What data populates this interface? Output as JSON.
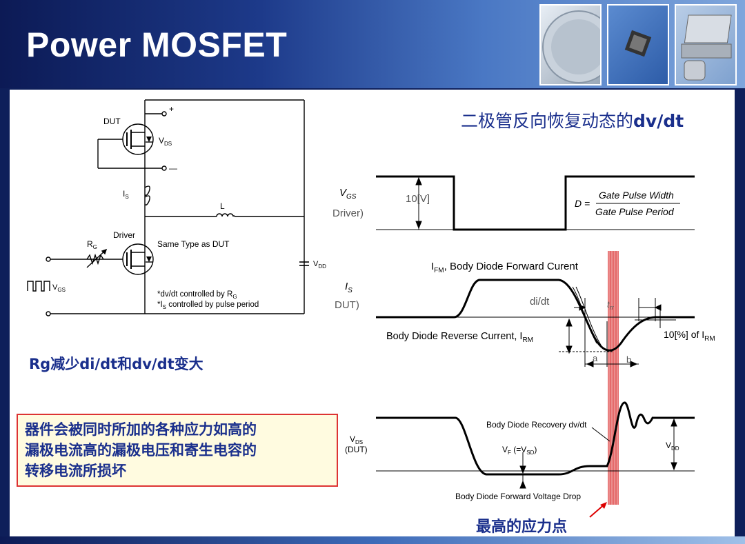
{
  "slide": {
    "title": "Power MOSFET",
    "heading_cn_prefix": "二极管反向恢复动态的",
    "heading_cn_suffix": "dv/dt",
    "rg_note": "Rg减少di/dt和dv/dt变大",
    "stress_lines": [
      "器件会被同时所加的各种应力如高的",
      "漏极电流高的漏极电压和寄生电容的",
      "转移电流所损坏"
    ],
    "max_stress_label": "最高的应力点"
  },
  "circuit": {
    "dut": "DUT",
    "plus": "+",
    "minus": "—",
    "vds": "V",
    "vds_sub": "DS",
    "is": "I",
    "is_sub": "S",
    "inductor": "L",
    "driver": "Driver",
    "rg": "R",
    "rg_sub": "G",
    "same_type": "Same Type as DUT",
    "vdd": "V",
    "vdd_sub": "DD",
    "vgs": "V",
    "vgs_sub": "GS",
    "note1_a": "*dv/dt controlled by R",
    "note1_sub": "G",
    "note2_a": "*I",
    "note2_sub": "S",
    "note2_b": " controlled by pulse period"
  },
  "waveforms": {
    "vgs_label": "V",
    "vgs_label_sub": "GS",
    "driver_label": "Driver)",
    "ten_v": "10[V]",
    "duty_d": "D =",
    "duty_num": "Gate Pulse Width",
    "duty_den": "Gate Pulse Period",
    "is_label": "I",
    "is_label_sub": "S",
    "dut_label": "DUT)",
    "ifm_a": "I",
    "ifm_sub": "FM",
    "ifm_b": ", Body Diode Forward Curent",
    "didt": "di/dt",
    "trr": "t",
    "trr_sub": "rr",
    "irm_a": "Body Diode Reverse Current, I",
    "irm_sub": "RM",
    "pct_a": "10[%] of I",
    "pct_sub": "RM",
    "a": "a",
    "b": "b",
    "vds_a": "V",
    "vds_sub": "DS",
    "vds_dut": "(DUT)",
    "recovery": "Body Diode Recovery dv/dt",
    "vf_a": "V",
    "vf_sub": "F",
    "vf_b": " (=V",
    "vf_sub2": "SD",
    "vf_c": ")",
    "vdd_a": "V",
    "vdd_sub": "DD",
    "fwd_drop": "Body Diode Forward Voltage Drop"
  },
  "colors": {
    "heading": "#1a2f8c",
    "stress_border": "#dd3333",
    "stress_highlight": "#e05050"
  }
}
